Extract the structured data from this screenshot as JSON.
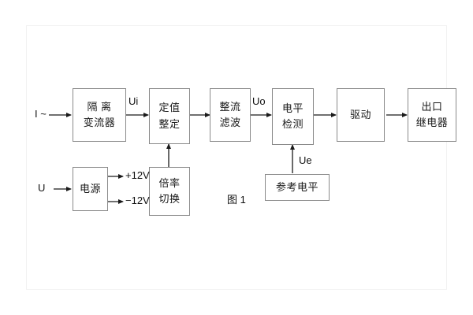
{
  "figure": {
    "caption": "图 1",
    "frame_color": "#f2f2f2",
    "box_border_color": "#8a8a8a",
    "text_color": "#1a1a1a",
    "background": "#ffffff"
  },
  "blocks": [
    {
      "id": "isolation",
      "line1": "隔 离",
      "line2": "变流器"
    },
    {
      "id": "setting",
      "line1": "定值",
      "line2": "整定"
    },
    {
      "id": "rectify-filter",
      "line1": "整流",
      "line2": "滤波"
    },
    {
      "id": "level-detect",
      "line1": "电平",
      "line2": "检测"
    },
    {
      "id": "drive",
      "line1": "驱动",
      "line2": ""
    },
    {
      "id": "output-relay",
      "line1": "出口",
      "line2": "继电器"
    },
    {
      "id": "power-supply",
      "line1": "电源",
      "line2": ""
    },
    {
      "id": "multiplier",
      "line1": "倍率",
      "line2": "切换"
    },
    {
      "id": "reference",
      "line1": "参考电平",
      "line2": ""
    }
  ],
  "signals": {
    "current_input": "I ~",
    "voltage_input": "U",
    "ui": "Ui",
    "uo": "Uo",
    "ue": "Ue",
    "rail_positive": "+12V",
    "rail_negative": "−12V"
  }
}
